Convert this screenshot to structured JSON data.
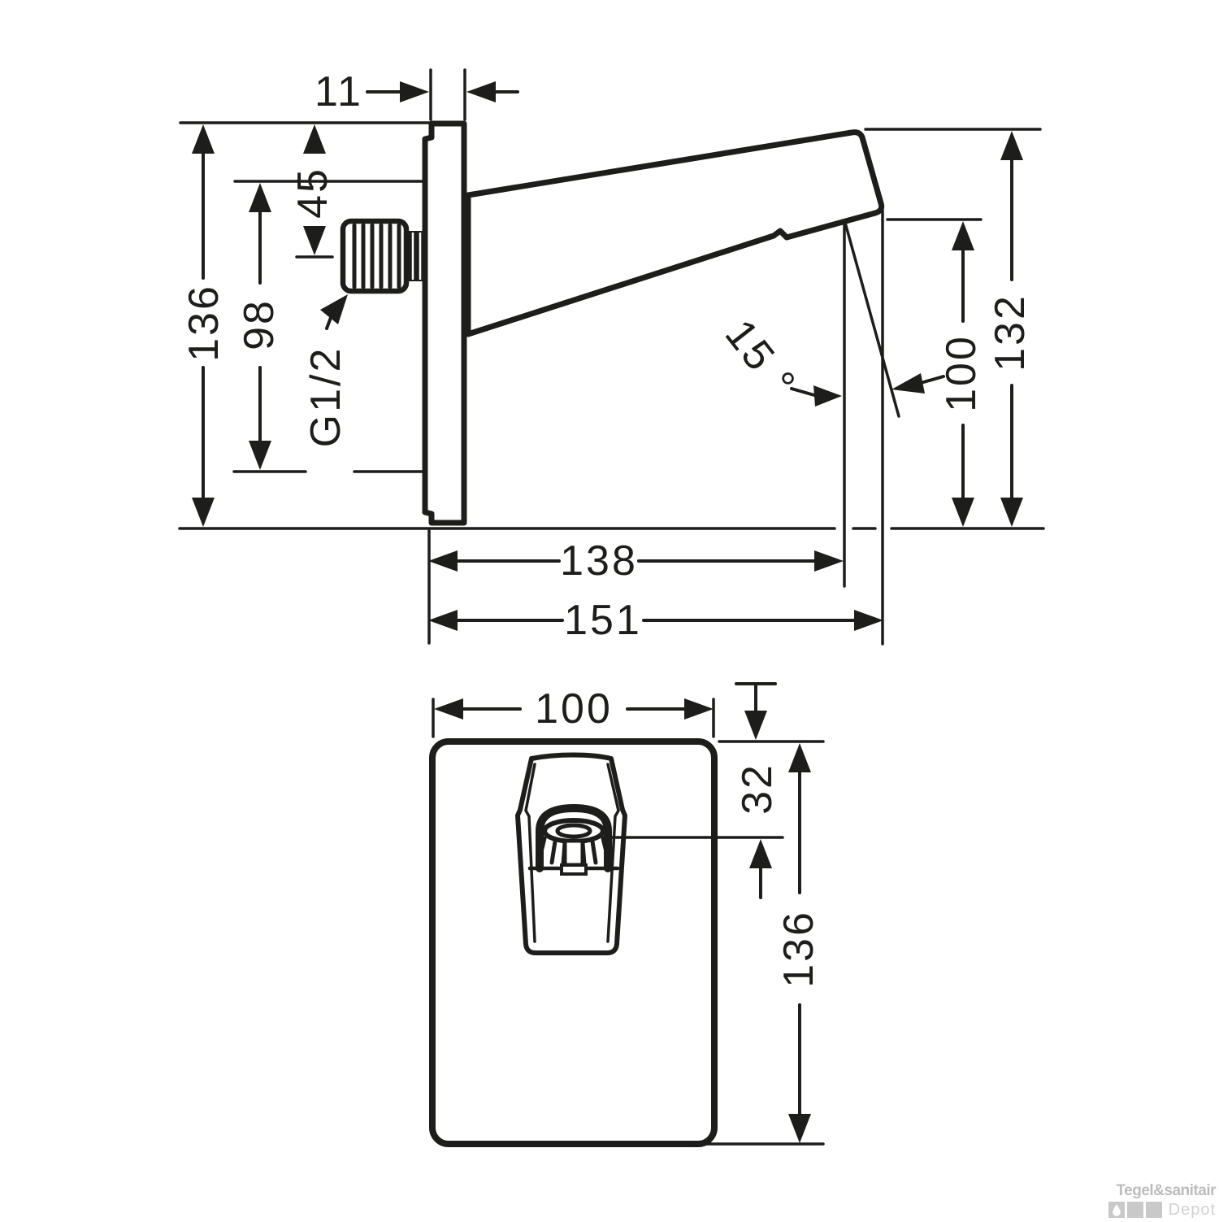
{
  "colors": {
    "ink": "#1d1d1b",
    "background": "#ffffff",
    "watermark_gray": "#bcbcbc",
    "watermark_light_gray": "#d2d2d2",
    "watermark_square": "#c9c9c9"
  },
  "side_view": {
    "plate_thickness": "11",
    "plate_height": "136",
    "port_spacing": "98",
    "top_to_thread_axis": "45",
    "thread_size": "G1/2",
    "spout_angle": "15 °",
    "outlet_drop": "100",
    "tip_height": "132",
    "projection_inner": "138",
    "projection_total": "151"
  },
  "plan_view": {
    "plate_width": "100",
    "top_to_outlet": "32",
    "plate_height": "136"
  },
  "watermark": {
    "brand": "Tegel&sanitair",
    "suffix": "Depot"
  }
}
